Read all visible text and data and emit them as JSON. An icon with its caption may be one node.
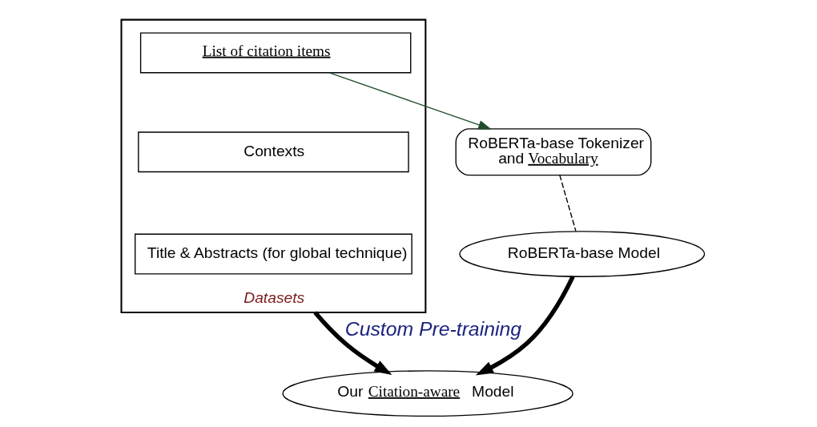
{
  "diagram": {
    "nodes": [
      {
        "text": [
          "Datasets"
        ]
      },
      {
        "text": [
          "**List of citation items**"
        ],
        "in": 0
      },
      {
        "text": [
          "Contexts"
        ],
        "in": 0
      },
      {
        "text": [
          "Title & Abstracts (for global technique)"
        ],
        "in": 0
      },
      {
        "text": [
          "RoBERTa-base Tokenizer and **Vocabulary**"
        ]
      },
      {
        "text": [
          "RoBERTa-base Model"
        ]
      },
      {
        "text": [
          "Our **Citation-aware** Model"
        ]
      }
    ],
    "edges": [
      {
        "from": 1,
        "to": 4,
        "arrow": "to",
        "color": "#1f4d2b"
      },
      {
        "from": 4,
        "to": 5,
        "arrow": "none",
        "style": "dashed"
      },
      {
        "from": 0,
        "to": 6,
        "arrow": "to",
        "style": "thick",
        "label": "Custom Pre-training"
      },
      {
        "from": 5,
        "to": 6,
        "arrow": "to",
        "style": "thick"
      }
    ]
  }
}
